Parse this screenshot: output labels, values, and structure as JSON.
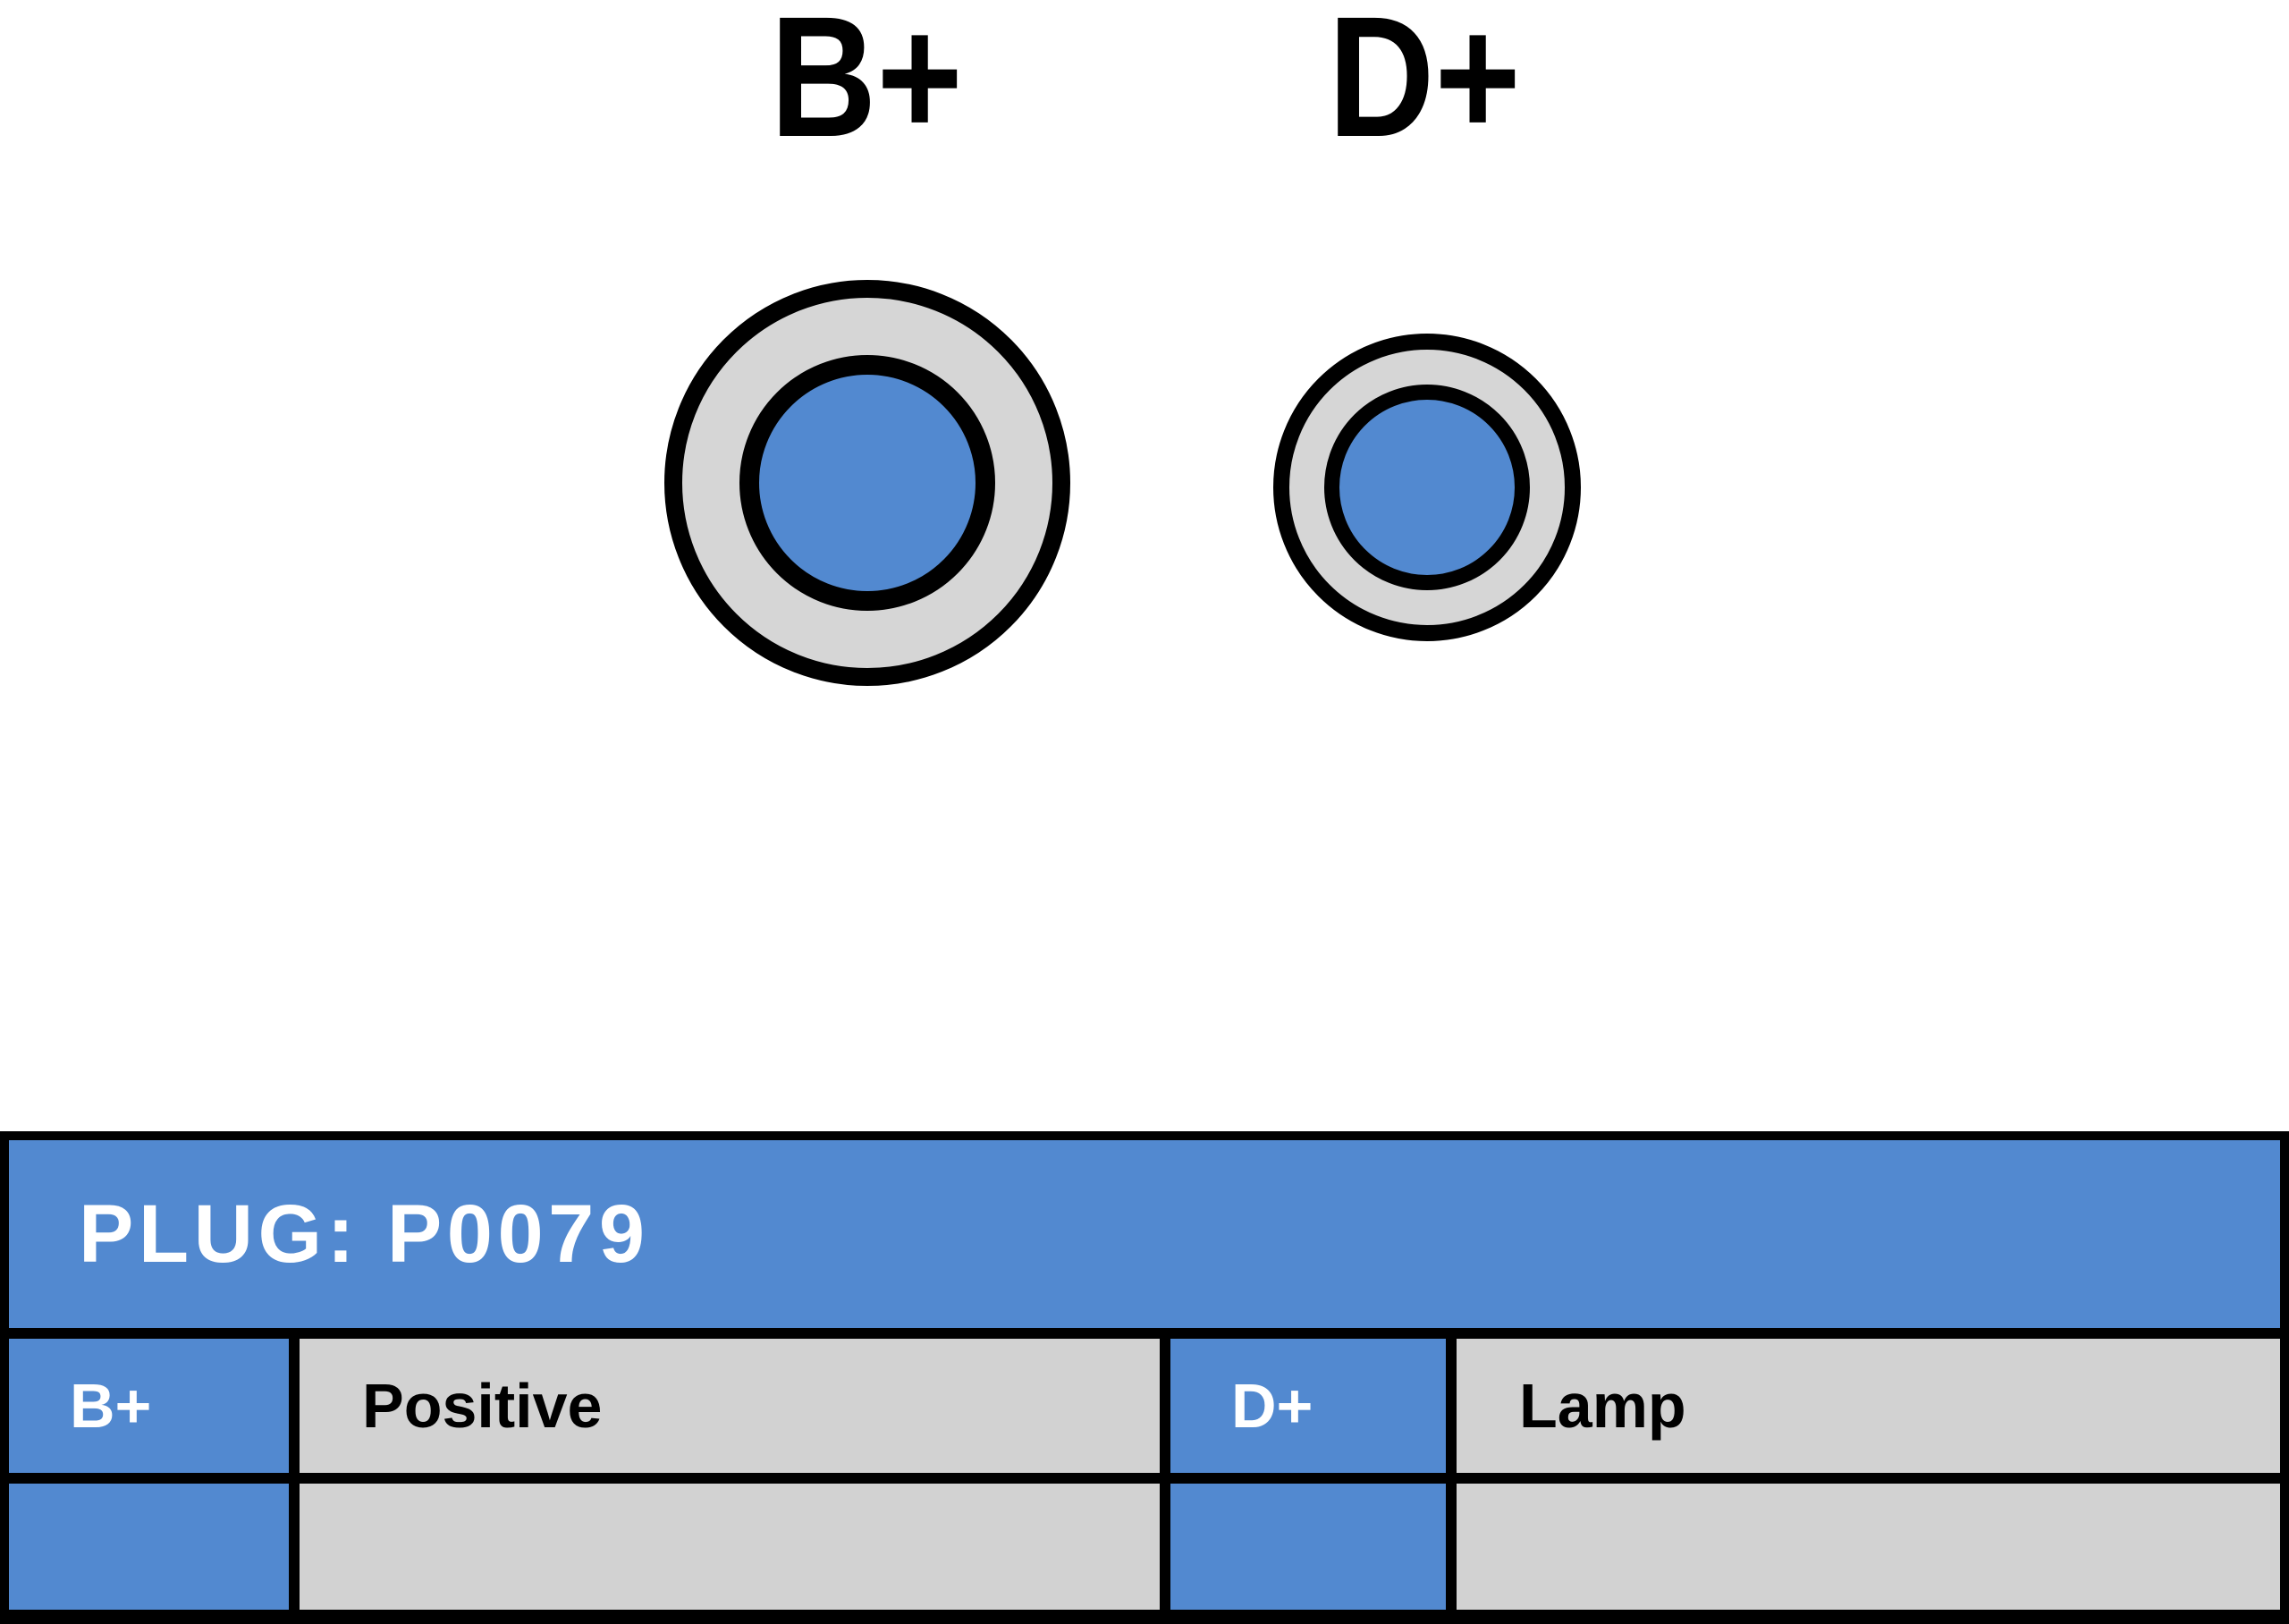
{
  "colors": {
    "accent_blue": "#5289d0",
    "light_gray": "#d6d6d6",
    "cell_gray": "#d2d2d2",
    "border_black": "#000000",
    "text_white": "#ffffff"
  },
  "terminals": [
    {
      "label": "B+",
      "size": "large"
    },
    {
      "label": "D+",
      "size": "small"
    }
  ],
  "plug_table": {
    "title": "PLUG: P0079",
    "pin_rows": [
      {
        "cells": [
          {
            "pin": "B+",
            "description": "Positive"
          },
          {
            "pin": "D+",
            "description": "Lamp"
          }
        ]
      },
      {
        "cells": [
          {
            "pin": "",
            "description": ""
          },
          {
            "pin": "",
            "description": ""
          }
        ]
      }
    ]
  }
}
